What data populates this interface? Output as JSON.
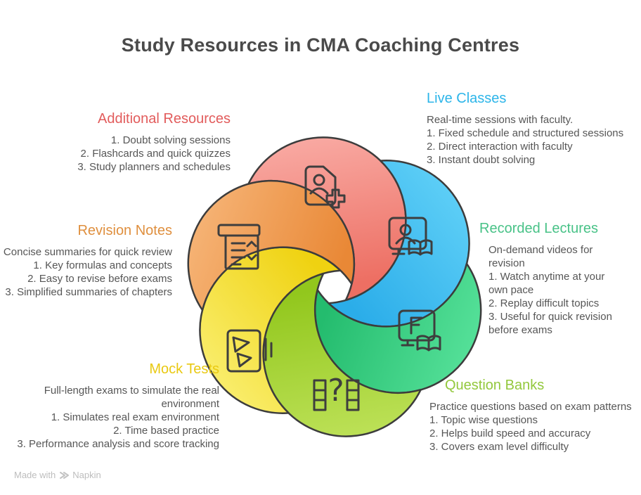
{
  "title": "Study Resources in CMA Coaching Centres",
  "sections": [
    {
      "id": "live-classes",
      "label": "Live Classes",
      "color": "#2CB5E9",
      "lines": [
        "Real-time sessions with faculty.",
        "1. Fixed schedule and structured sessions",
        "2. Direct interaction with faculty",
        "3. Instant doubt solving"
      ]
    },
    {
      "id": "recorded-lectures",
      "label": "Recorded Lectures",
      "color": "#48C287",
      "lines": [
        "On-demand videos for revision",
        "1. Watch anytime at your own pace",
        "2. Replay difficult topics",
        "3. Useful for quick revision before exams"
      ]
    },
    {
      "id": "question-banks",
      "label": "Question Banks",
      "color": "#93C83D",
      "lines": [
        "Practice questions based on exam patterns",
        "1. Topic wise questions",
        "2. Helps build speed and accuracy",
        "3. Covers exam level difficulty"
      ]
    },
    {
      "id": "mock-tests",
      "label": "Mock Tests",
      "color": "#E9C912",
      "lines": [
        "Full-length exams to simulate the real environment",
        "1. Simulates real exam environment",
        "2. Time based practice",
        "3. Performance analysis and score tracking"
      ]
    },
    {
      "id": "revision-notes",
      "label": "Revision Notes",
      "color": "#DF8F3E",
      "lines": [
        "Concise summaries for quick review",
        "1. Key formulas and concepts",
        "2. Easy to revise before exams",
        "3. Simplified summaries of chapters"
      ]
    },
    {
      "id": "additional-resources",
      "label": "Additional Resources",
      "color": "#E25C5C",
      "lines": [
        "1. Doubt solving sessions",
        "2. Flashcards and quick quizzes",
        "3. Study planners and schedules"
      ]
    }
  ],
  "pinwheel": {
    "outline_color": "#3C3C3C",
    "hole_color": "#FFFFFF",
    "petals": [
      {
        "name": "additional-resources",
        "icon": "add-user-card-icon",
        "light": "#F8A7A0",
        "dark": "#ED6F63"
      },
      {
        "name": "live-classes",
        "icon": "person-on-screen-book-icon",
        "light": "#5BCDF6",
        "dark": "#2BADE9"
      },
      {
        "name": "recorded-lectures",
        "icon": "letter-screen-book-icon",
        "light": "#53DF97",
        "dark": "#24BC6E"
      },
      {
        "name": "question-banks",
        "icon": "question-columns-icon",
        "light": "#BBE055",
        "dark": "#92C71D"
      },
      {
        "name": "mock-tests",
        "icon": "test-sheet-icon",
        "light": "#F9EC68",
        "dark": "#EFD211"
      },
      {
        "name": "revision-notes",
        "icon": "notes-scroll-icon",
        "light": "#F5B172",
        "dark": "#E98836"
      }
    ],
    "glyphs": {
      "screen_letter": "F",
      "question_mark": "?"
    }
  },
  "watermark": {
    "prefix": "Made with",
    "brand": "Napkin"
  }
}
